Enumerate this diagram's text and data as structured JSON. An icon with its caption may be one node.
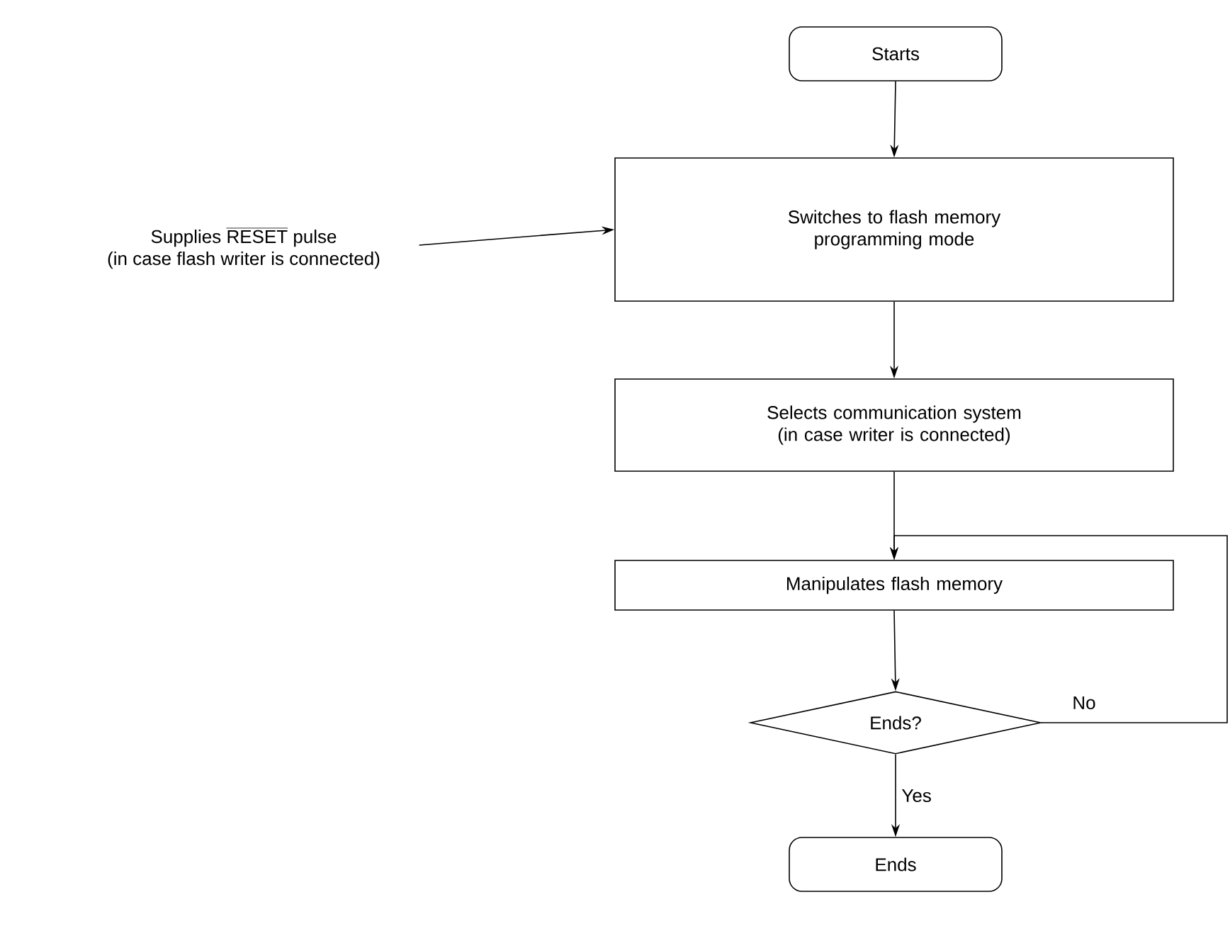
{
  "diagram": {
    "nodes": [
      {
        "text": [
          "Starts"
        ]
      },
      {
        "text": [
          "\\mbox{Supplies }\\overline{\\mbox{RESET}}\\mbox{ pulse}",
          "(in case flash writer is connected)"
        ]
      },
      {
        "text": [
          "Switches to flash memory programming mode"
        ]
      },
      {
        "text": [
          "Selects communication system (in case writer is connected)"
        ]
      },
      {
        "text": [
          "Manipulates flash memory"
        ]
      },
      {
        "text": [
          "Ends?"
        ]
      },
      {
        "text": [
          "Ends"
        ]
      }
    ],
    "edges": [
      {
        "from": 0,
        "to": 2,
        "arrow": "to"
      },
      {
        "from": 1,
        "to": 2,
        "arrow": "to"
      },
      {
        "from": 2,
        "to": 3,
        "arrow": "to"
      },
      {
        "from": 3,
        "to": 4,
        "arrow": "to"
      },
      {
        "from": 4,
        "to": 5,
        "arrow": "to"
      },
      {
        "from": 5,
        "to": 6,
        "arrow": "to",
        "label": "Yes"
      },
      {
        "from": 5,
        "to": 4,
        "arrow": "to",
        "label": "No"
      }
    ]
  }
}
